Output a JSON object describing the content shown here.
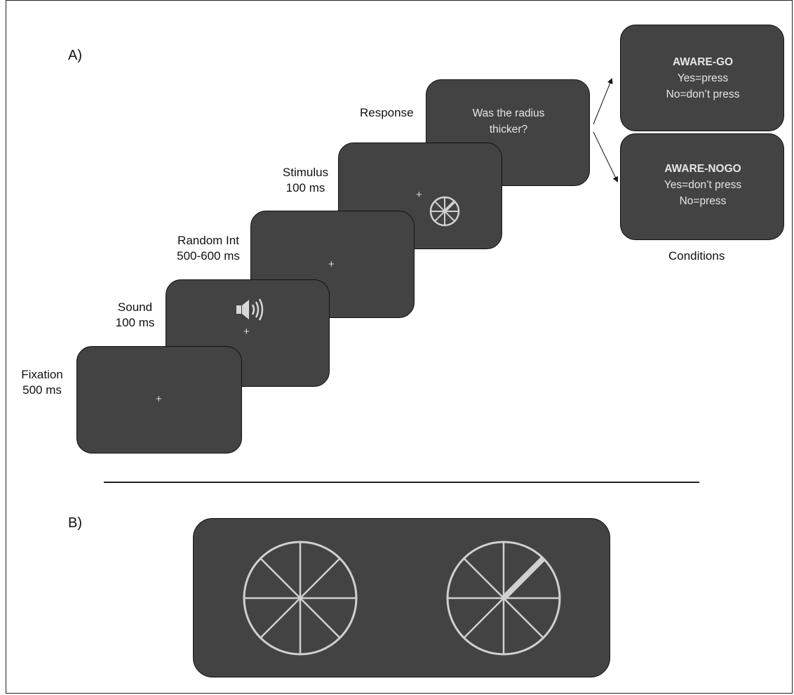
{
  "panel_a": {
    "label": "A)",
    "stages": {
      "fixation": {
        "label_line1": "Fixation",
        "label_line2": "500 ms",
        "cross": "+"
      },
      "sound": {
        "label_line1": "Sound",
        "label_line2": "100 ms",
        "cross": "+",
        "icon": "speaker-icon"
      },
      "random_int": {
        "label_line1": "Random Int",
        "label_line2": "500-600 ms",
        "cross": "+"
      },
      "stimulus": {
        "label_line1": "Stimulus",
        "label_line2": "100 ms",
        "cross": "+",
        "icon": "wheel-icon"
      },
      "response": {
        "label": "Response",
        "question_line1": "Was the radius",
        "question_line2": "thicker?"
      }
    },
    "conditions": {
      "label": "Conditions",
      "aware_go": {
        "title": "AWARE-GO",
        "line1": "Yes=press",
        "line2": "No=don’t press"
      },
      "aware_nogo": {
        "title": "AWARE-NOGO",
        "line1": "Yes=don’t press",
        "line2": "No=press"
      }
    }
  },
  "panel_b": {
    "label": "B)",
    "wheels": [
      "standard-wheel",
      "thick-radius-wheel"
    ]
  },
  "colors": {
    "screen": "#434343",
    "stroke": "#d0d0d0",
    "text_on_screen": "#e6e6e6"
  }
}
